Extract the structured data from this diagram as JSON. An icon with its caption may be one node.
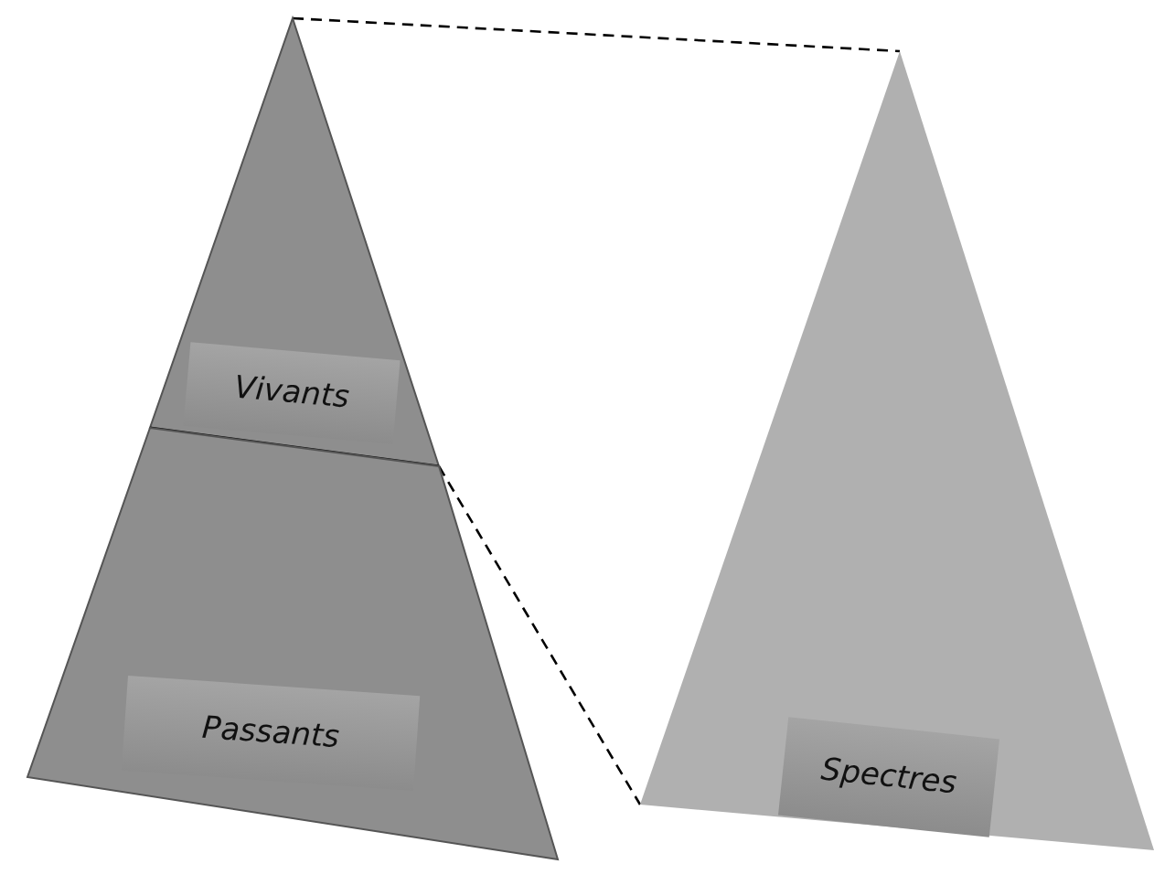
{
  "diagram": {
    "nodes": [
      {
        "text": [
          "Vivants"
        ]
      },
      {
        "text": [
          "Passants"
        ]
      },
      {
        "text": [
          "Spectres"
        ]
      }
    ],
    "edges": [
      {
        "from": 0,
        "to": 2,
        "arrow": "none",
        "style": "dashed"
      },
      {
        "from": 0,
        "to": 2,
        "arrow": "none",
        "style": "dashed"
      }
    ]
  }
}
